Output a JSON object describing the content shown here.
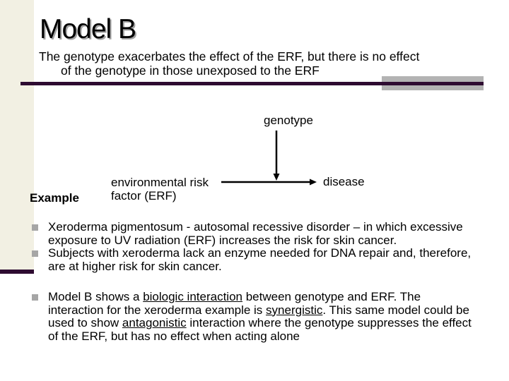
{
  "slide": {
    "title": "Model B",
    "subtitle": {
      "line1": "The genotype exacerbates the effect of the ERF, but there is no effect",
      "line2": "of the genotype in those unexposed to the ERF"
    },
    "example_label": "Example",
    "diagram": {
      "genotype": "genotype",
      "erf_line1": "environmental risk",
      "erf_line2": "factor (ERF)",
      "disease": "disease"
    },
    "example_bullets": [
      {
        "lines": [
          [
            {
              "t": "Xeroderma pigmentosum - autosomal recessive disorder – in which excessive"
            }
          ],
          [
            {
              "t": "exposure to UV radiation (ERF) increases the risk for skin cancer."
            }
          ]
        ]
      },
      {
        "lines": [
          [
            {
              "t": "Subjects with xeroderma lack an enzyme needed for DNA repair and, therefore,"
            }
          ],
          [
            {
              "t": "are at higher risk for skin cancer."
            }
          ]
        ]
      }
    ],
    "model_bullets": [
      {
        "lines": [
          [
            {
              "t": "Model B shows a "
            },
            {
              "t": "biologic interaction",
              "u": true
            },
            {
              "t": " between genotype and ERF. The"
            }
          ],
          [
            {
              "t": "interaction for the xeroderma example is "
            },
            {
              "t": "synergistic",
              "u": true
            },
            {
              "t": ". This same model could be"
            }
          ],
          [
            {
              "t": "used to show "
            },
            {
              "t": "antagonistic",
              "u": true
            },
            {
              "t": " interaction where the genotype suppresses the effect"
            }
          ],
          [
            {
              "t": "of the ERF, but has no effect when acting alone"
            }
          ]
        ]
      }
    ],
    "colors": {
      "stripe": "#f2f0e3",
      "rule": "#2e0b31",
      "rule_accent": "#b3b3b3",
      "bullet": "#a6a6a6",
      "title_shadow": "#a3a3a3"
    }
  }
}
